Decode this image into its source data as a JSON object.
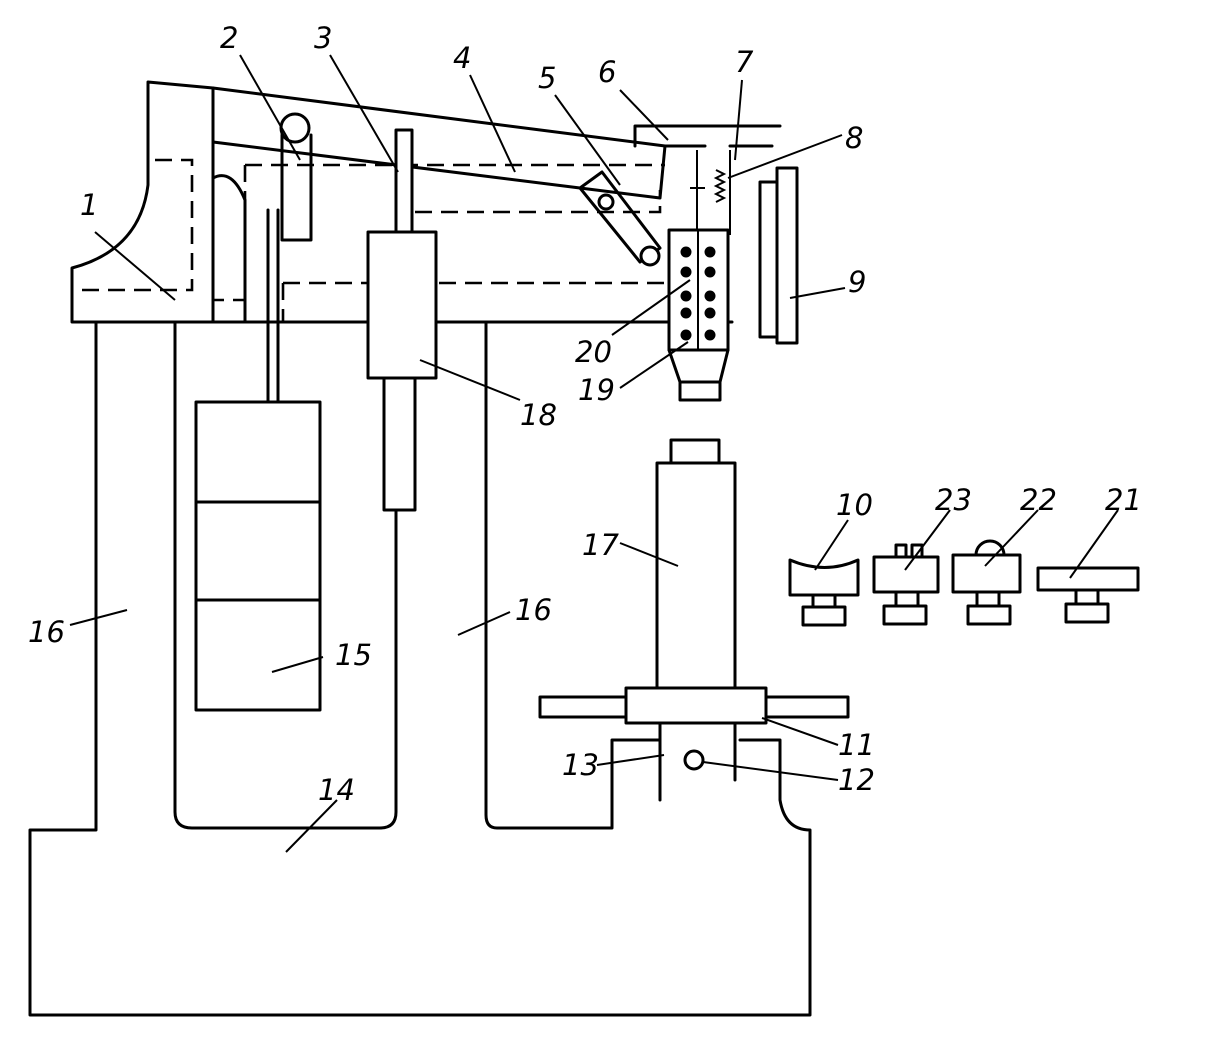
{
  "diagram": {
    "colors": {
      "line": "#000000",
      "background": "#ffffff"
    },
    "labels": [
      {
        "id": "l1",
        "text": "1"
      },
      {
        "id": "l2",
        "text": "2"
      },
      {
        "id": "l3",
        "text": "3"
      },
      {
        "id": "l4",
        "text": "4"
      },
      {
        "id": "l5",
        "text": "5"
      },
      {
        "id": "l6",
        "text": "6"
      },
      {
        "id": "l7",
        "text": "7"
      },
      {
        "id": "l8",
        "text": "8"
      },
      {
        "id": "l9",
        "text": "9"
      },
      {
        "id": "l10",
        "text": "10"
      },
      {
        "id": "l11",
        "text": "11"
      },
      {
        "id": "l12",
        "text": "12"
      },
      {
        "id": "l13",
        "text": "13"
      },
      {
        "id": "l14",
        "text": "14"
      },
      {
        "id": "l15",
        "text": "15"
      },
      {
        "id": "l16a",
        "text": "16"
      },
      {
        "id": "l16b",
        "text": "16"
      },
      {
        "id": "l17",
        "text": "17"
      },
      {
        "id": "l18",
        "text": "18"
      },
      {
        "id": "l19",
        "text": "19"
      },
      {
        "id": "l20",
        "text": "20"
      },
      {
        "id": "l21",
        "text": "21"
      },
      {
        "id": "l22",
        "text": "22"
      },
      {
        "id": "l23",
        "text": "23"
      }
    ]
  }
}
